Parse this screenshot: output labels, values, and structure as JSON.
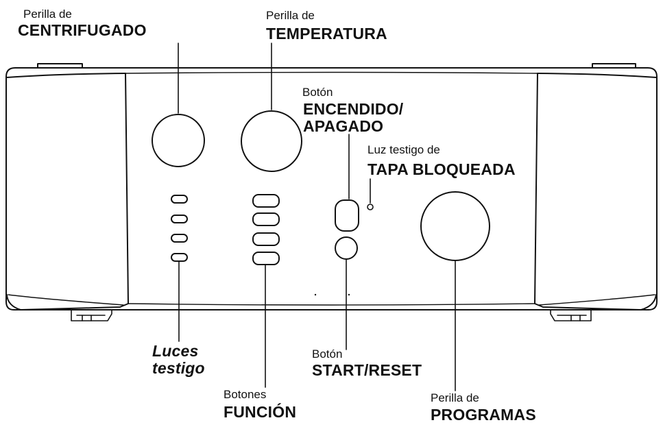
{
  "labels": {
    "spin_knob": {
      "prefix": "Perilla de",
      "name": "CENTRIFUGADO"
    },
    "temp_knob": {
      "prefix": "Perilla de",
      "name": "TEMPERATURA"
    },
    "power_button": {
      "prefix": "Botón",
      "name_line1": "ENCENDIDO/",
      "name_line2": "APAGADO"
    },
    "lid_lock_light": {
      "prefix": "Luz testigo de",
      "name": "TAPA BLOQUEADA"
    },
    "status_lights": {
      "line1": "Luces",
      "line2": "testigo"
    },
    "start_button": {
      "prefix": "Botón",
      "name": "START/RESET"
    },
    "function_buttons": {
      "prefix": "Botones",
      "name": "FUNCIÓN"
    },
    "cycle_knob": {
      "prefix": "Perilla de",
      "name": "PROGRAMAS"
    }
  },
  "colors": {
    "line": "#111111",
    "fill": "#ffffff"
  }
}
